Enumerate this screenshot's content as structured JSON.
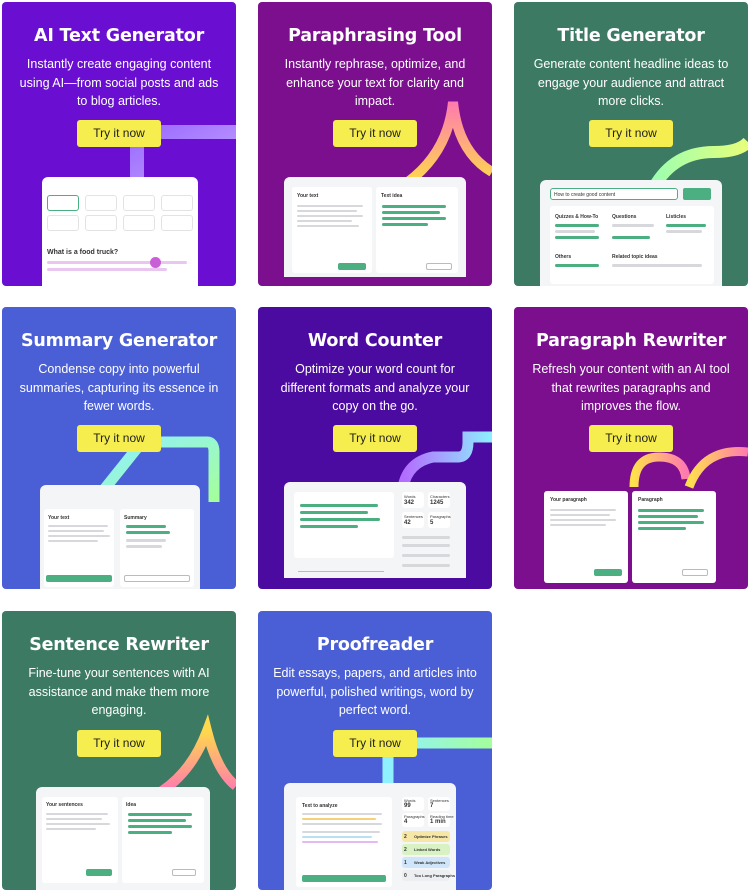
{
  "cards": [
    {
      "title": "AI Text Generator",
      "desc": "Instantly create engaging content using AI—from social posts and ads to blog articles.",
      "button": "Try it now",
      "bg": "#6a0fd1",
      "mock_text": "What is a food truck?"
    },
    {
      "title": "Paraphrasing Tool",
      "desc": "Instantly rephrase, optimize, and enhance your text for clarity and impact.",
      "button": "Try it now",
      "bg": "#7b0f8e",
      "mock_left": "Your text",
      "mock_right": "Text idea"
    },
    {
      "title": "Title Generator",
      "desc": "Generate content headline ideas to engage your audience and attract more clicks.",
      "button": "Try it now",
      "bg": "#3d7a64",
      "mock_input": "How to create good content",
      "mock_cols": [
        "Quizzes & How-To",
        "Questions",
        "Listicles",
        "Others",
        "Related topic ideas"
      ]
    },
    {
      "title": "Summary Generator",
      "desc": "Condense copy into powerful summaries, capturing its essence in fewer words.",
      "button": "Try it now",
      "bg": "#4a5fd6",
      "mock_left": "Your text",
      "mock_right": "Summary"
    },
    {
      "title": "Word Counter",
      "desc": "Optimize your word count for different formats and analyze your copy on the go.",
      "button": "Try it now",
      "bg": "#4b0aa0",
      "stats": [
        {
          "label": "Words",
          "value": "342"
        },
        {
          "label": "Characters",
          "value": "1245"
        },
        {
          "label": "Sentences",
          "value": "42"
        },
        {
          "label": "Paragraphs",
          "value": "5"
        }
      ]
    },
    {
      "title": "Paragraph Rewriter",
      "desc": "Refresh your content with an AI tool that rewrites paragraphs and improves the flow.",
      "button": "Try it now",
      "bg": "#7b0f8e",
      "mock_left": "Your paragraph",
      "mock_right": "Paragraph"
    },
    {
      "title": "Sentence Rewriter",
      "desc": "Fine-tune your sentences with AI assistance and make them more engaging.",
      "button": "Try it now",
      "bg": "#3d7a64",
      "mock_left": "Your sentences",
      "mock_right": "Idea"
    },
    {
      "title": "Proofreader",
      "desc": "Edit essays, papers, and articles into powerful, polished writings, word by perfect word.",
      "button": "Try it now",
      "bg": "#4a5fd6",
      "mock_left": "Text to analyze",
      "stats": [
        {
          "label": "Words",
          "value": "99"
        },
        {
          "label": "Sentences",
          "value": "7"
        },
        {
          "label": "Paragraphs",
          "value": "4"
        },
        {
          "label": "Reading time",
          "value": "1 min"
        }
      ],
      "checks": [
        {
          "n": "2",
          "label": "Optimize Phrases"
        },
        {
          "n": "2",
          "label": "Linked Words"
        },
        {
          "n": "1",
          "label": "Weak Adjectives"
        },
        {
          "n": "0",
          "label": "Too Long Paragraphs"
        }
      ]
    }
  ]
}
